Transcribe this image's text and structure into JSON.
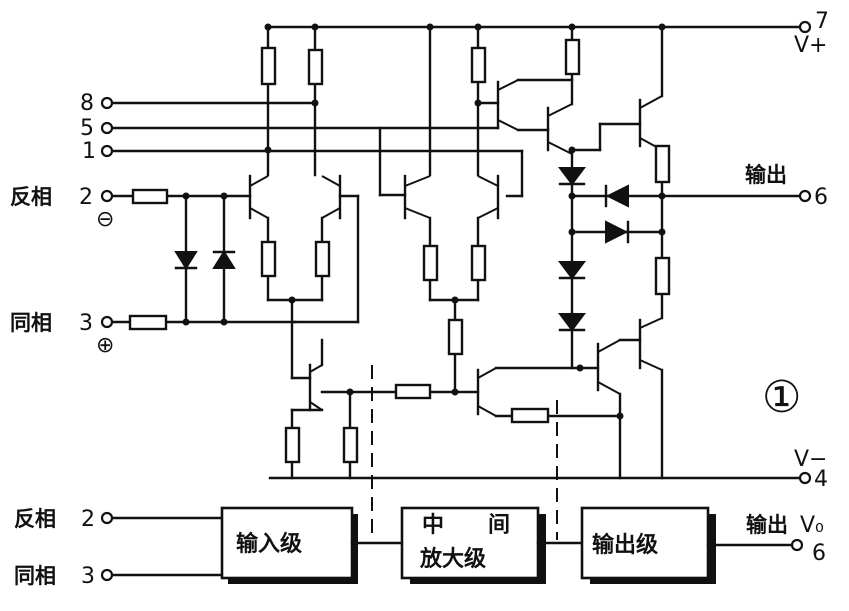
{
  "labels": {
    "pin7": "7",
    "vplus": "V+",
    "pin8": "8",
    "pin5": "5",
    "pin1": "1",
    "inv_top": "反相",
    "inv_num_top": "2",
    "inv_sign": "⊖",
    "noninv_top": "同相",
    "noninv_num_top": "3",
    "noninv_sign": "⊕",
    "out_top": "输出",
    "out_pin_top": "6",
    "figure_number": "①",
    "vminus": "V−",
    "pin4": "4",
    "inv_bottom": "反相",
    "inv_num_bottom": "2",
    "noninv_bottom": "同相",
    "noninv_num_bottom": "3",
    "out_bottom": "输出",
    "vo": "V₀",
    "out_pin_bottom": "6"
  },
  "blocks": {
    "input_stage": "输入级",
    "middle_line1": "中　　间",
    "middle_line2": "放大级",
    "output_stage": "输出级"
  }
}
